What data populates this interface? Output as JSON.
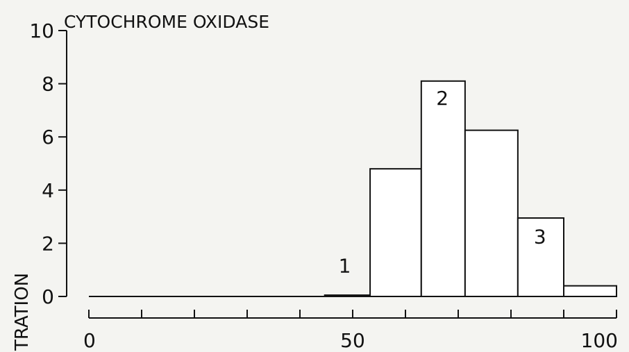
{
  "chart_data": {
    "type": "bar",
    "title": "CYTOCHROME OXIDASE",
    "ylabel": "TRATION",
    "xlabel": "",
    "xlim": [
      0,
      100
    ],
    "ylim": [
      0,
      10
    ],
    "x_ticks": [
      0,
      10,
      20,
      30,
      40,
      50,
      60,
      70,
      80,
      90,
      100
    ],
    "x_tick_labels": [
      {
        "value": 0,
        "label": "0"
      },
      {
        "value": 50,
        "label": "50"
      },
      {
        "value": 100,
        "label": "100"
      }
    ],
    "y_ticks": [
      0,
      2,
      4,
      6,
      8,
      10
    ],
    "y_tick_labels": [
      "0",
      "2",
      "4",
      "6",
      "8",
      "10"
    ],
    "baseline_start": 0,
    "bins": [
      {
        "x0": 44.7,
        "x1": 53.3,
        "value": 0.05
      },
      {
        "x0": 53.3,
        "x1": 63.0,
        "value": 4.8
      },
      {
        "x0": 63.0,
        "x1": 71.3,
        "value": 8.1
      },
      {
        "x0": 71.3,
        "x1": 81.3,
        "value": 6.25
      },
      {
        "x0": 81.3,
        "x1": 90.0,
        "value": 2.95
      },
      {
        "x0": 90.0,
        "x1": 100.0,
        "value": 0.4
      }
    ],
    "peak_labels": [
      {
        "text": "1",
        "x": 48.5,
        "y": 0.9
      },
      {
        "text": "2",
        "x": 67.0,
        "y": 7.2
      },
      {
        "text": "3",
        "x": 85.5,
        "y": 2.0
      }
    ],
    "grid": false,
    "legend": "none"
  }
}
